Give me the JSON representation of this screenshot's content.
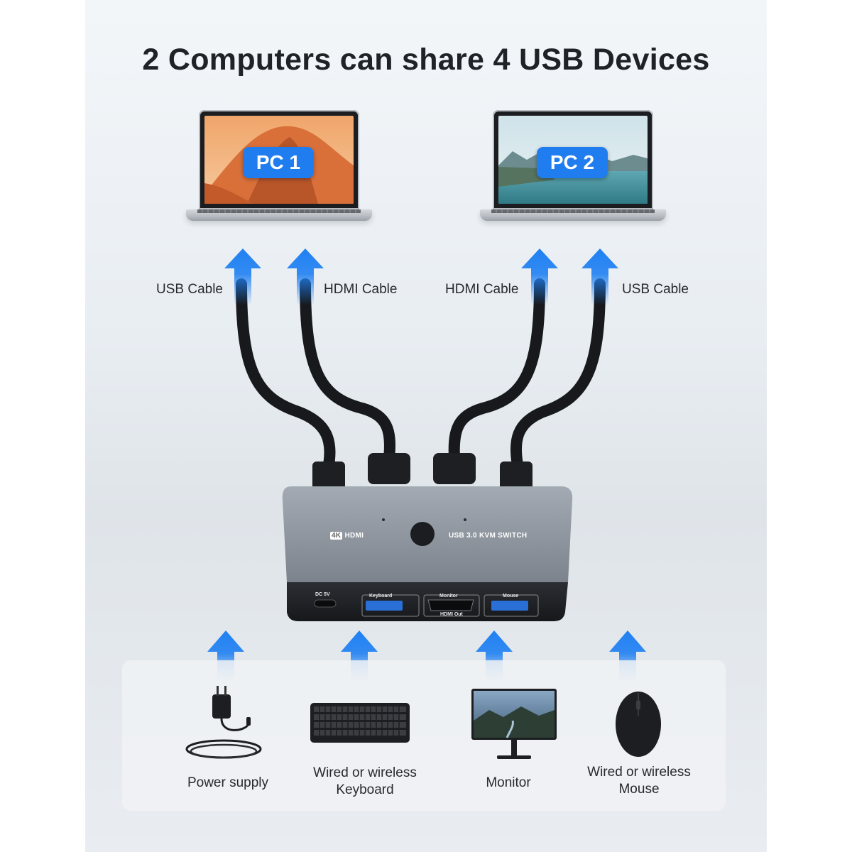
{
  "headline": "2 Computers can share 4 USB Devices",
  "computers": [
    {
      "label": "PC 1"
    },
    {
      "label": "PC 2"
    }
  ],
  "cables": [
    {
      "label": "USB Cable"
    },
    {
      "label": "HDMI Cable"
    },
    {
      "label": "HDMI Cable"
    },
    {
      "label": "USB Cable"
    }
  ],
  "kvm_switch": {
    "badge": "4K",
    "hdmi_text": "HDMI",
    "title": "USB 3.0 KVM SWITCH",
    "ports": {
      "dc": "DC 5V",
      "keyboard": "Keyboard",
      "monitor": "Monitor",
      "hdmi_out": "HDMI Out",
      "mouse": "Mouse"
    }
  },
  "devices": [
    {
      "line1": "Power supply",
      "line2": ""
    },
    {
      "line1": "Wired or wireless",
      "line2": "Keyboard"
    },
    {
      "line1": "Monitor",
      "line2": ""
    },
    {
      "line1": "Wired or wireless",
      "line2": "Mouse"
    }
  ],
  "colors": {
    "accent": "#1f7df0",
    "arrow": "#1f80f2",
    "text": "#1f2327"
  }
}
